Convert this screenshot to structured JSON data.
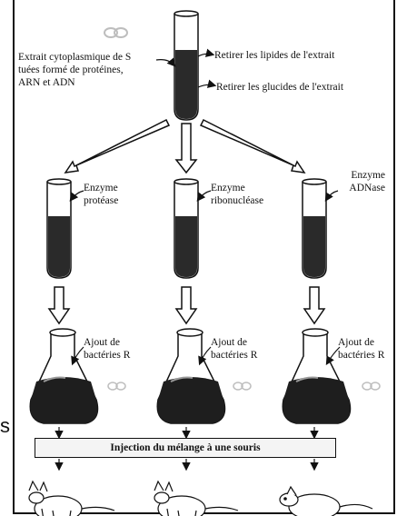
{
  "labels": {
    "extract_line1": "Extrait cytoplasmique de S",
    "extract_line2": "tuées formé de protéines,",
    "extract_line3": "ARN et ADN",
    "remove_lipids": "Retirer les lipides de l'extrait",
    "remove_glucides": "Retirer les glucides de l'extrait",
    "enzyme1_line1": "Enzyme",
    "enzyme1_line2": "protéase",
    "enzyme2_line1": "Enzyme",
    "enzyme2_line2": "ribonucléase",
    "enzyme3_line1": "Enzyme",
    "enzyme3_line2": "ADNase",
    "flask_line1": "Ajout de",
    "flask_line2": "bactéries R",
    "injection": "Injection du mélange à une souris",
    "stray_letter": "s"
  },
  "colors": {
    "liquid": "#2a2a2a",
    "flask_liquid": "#1e1e1e",
    "outline": "#111111",
    "bacteria": "#bdbdbd"
  }
}
